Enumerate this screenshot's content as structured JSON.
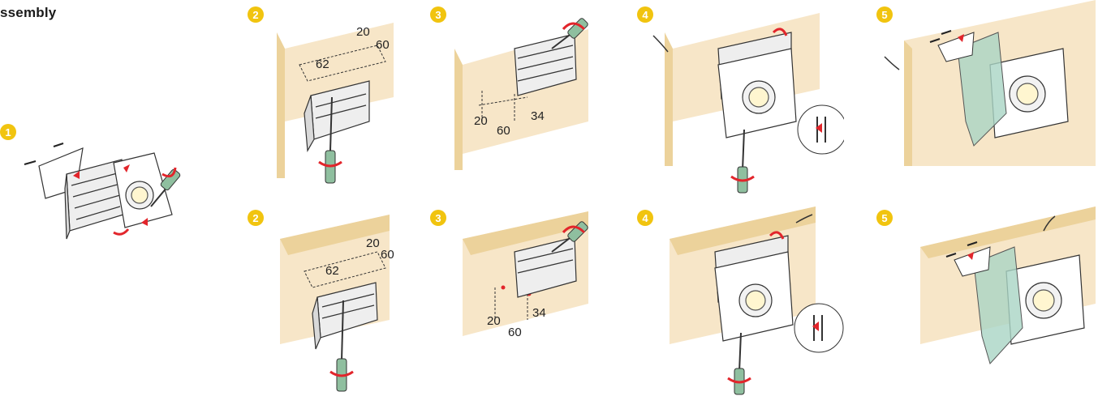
{
  "title": "ssembly",
  "steps": {
    "s1": "1",
    "s2": "2",
    "s3": "3",
    "s4": "4",
    "s5": "5"
  },
  "dims": {
    "d20": "20",
    "d60": "60",
    "d62": "62",
    "d34": "34"
  },
  "colors": {
    "badge": "#f1c40f",
    "wall": "#f7e6c8",
    "wall_edge": "#ecd29b",
    "arrow": "#e2252b",
    "glass": "#a9d4c4"
  }
}
